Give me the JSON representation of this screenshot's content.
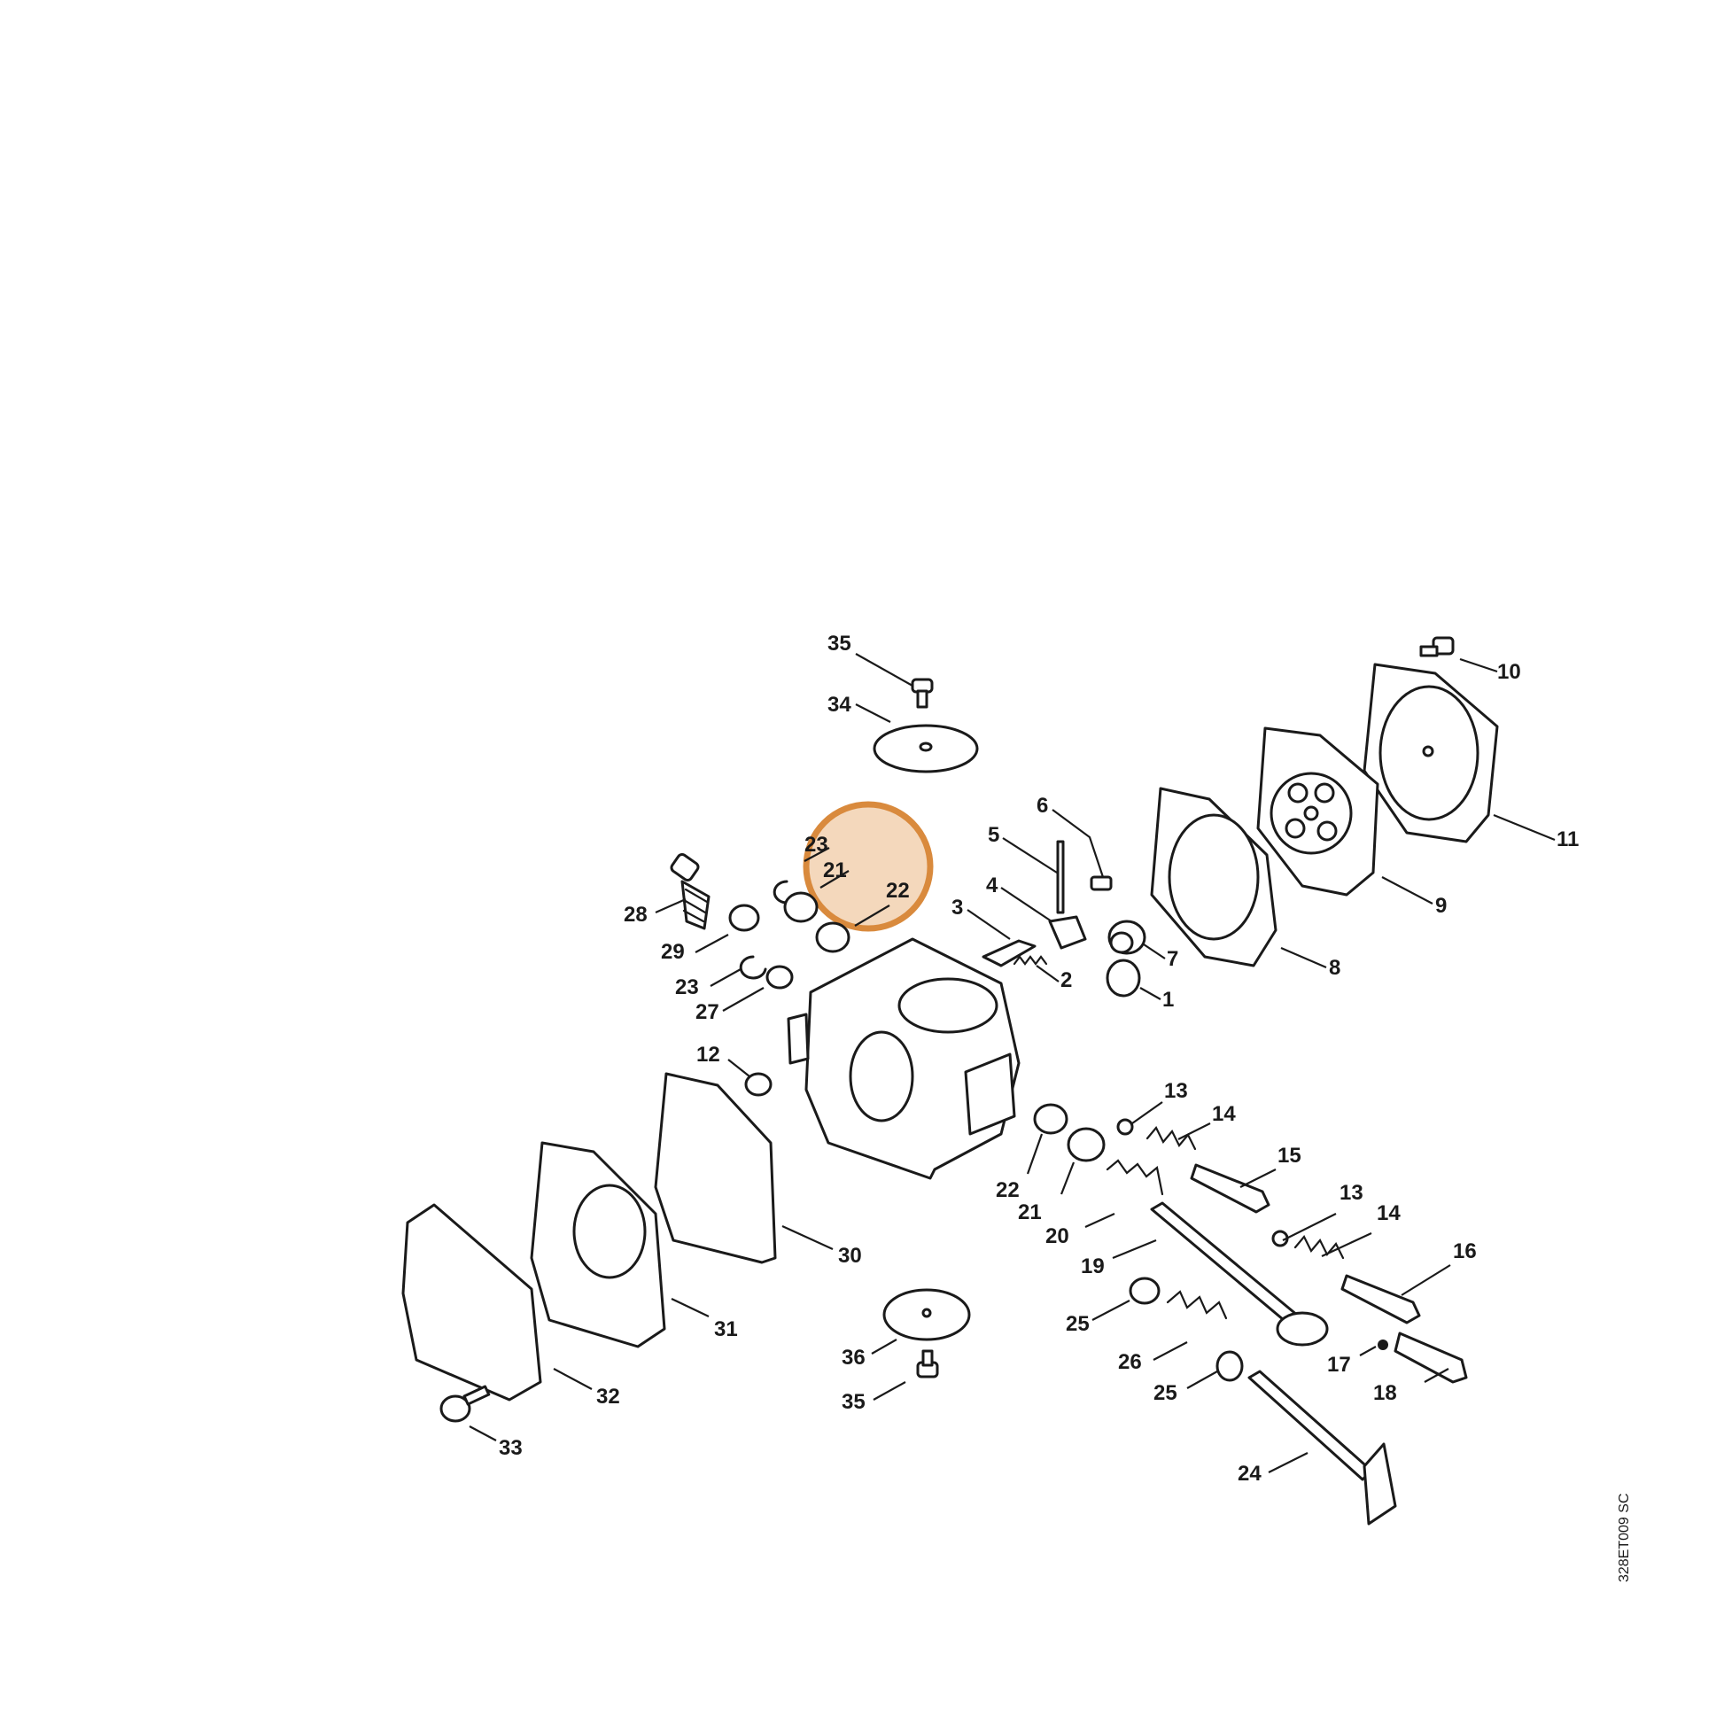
{
  "drawing_code": "328ET009 SC",
  "highlight": {
    "color": "#d98a3d",
    "fill": "#f0c7a0"
  },
  "labels": [
    "35",
    "34",
    "10",
    "11",
    "9",
    "8",
    "6",
    "5",
    "4",
    "3",
    "2",
    "1",
    "7",
    "28",
    "29",
    "23",
    "27",
    "23",
    "21",
    "22",
    "12",
    "13",
    "14",
    "15",
    "13",
    "14",
    "16",
    "17",
    "18",
    "22",
    "21",
    "20",
    "19",
    "25",
    "26",
    "25",
    "24",
    "30",
    "31",
    "32",
    "33",
    "36",
    "35"
  ]
}
